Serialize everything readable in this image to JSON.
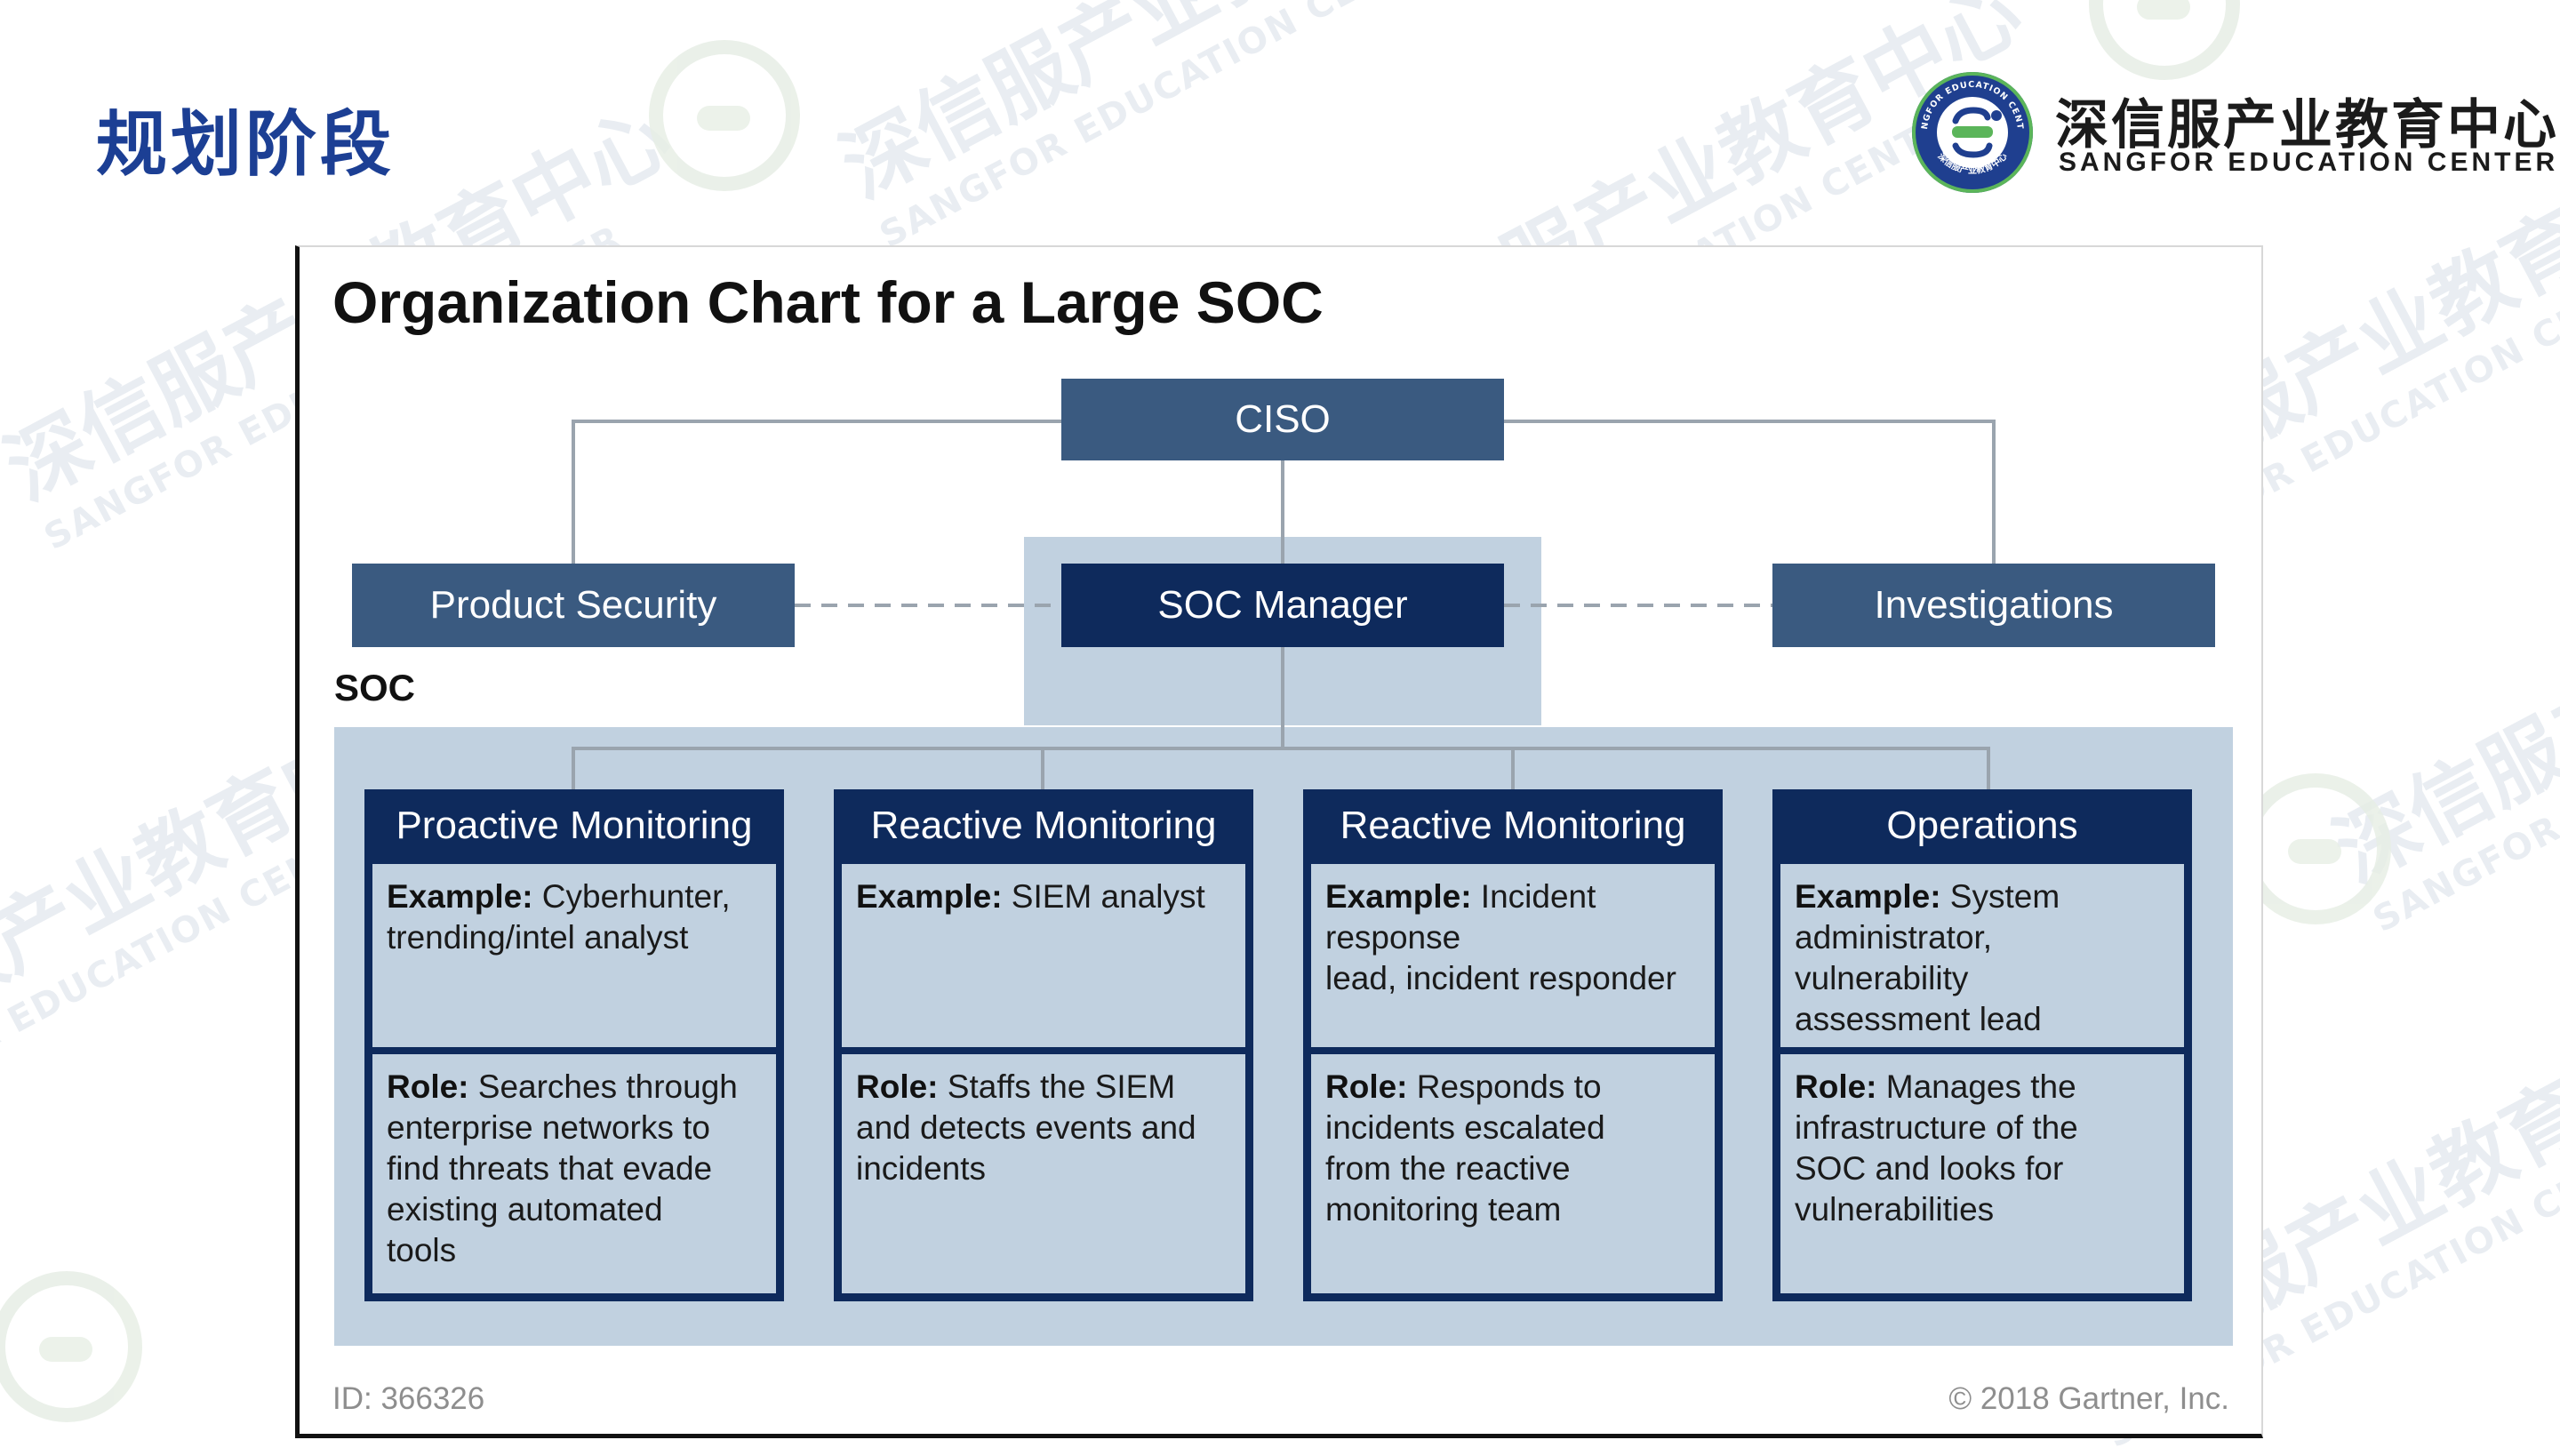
{
  "slide": {
    "title": "规划阶段",
    "logo": {
      "cn": "深信服产业教育中心",
      "en": "SANGFOR EDUCATION CENTER",
      "ring_text": "SANGFOR EDUCATION CENTER",
      "ring_text_cn": "深信服产业教育中心",
      "colors": {
        "ring": "#1f3f8f",
        "accent": "#5bb55a",
        "text": "#1b1b1b"
      }
    },
    "watermark": {
      "cn": "深信服产业教育中心",
      "en": "SANGFOR EDUCATION CENTER"
    }
  },
  "chart": {
    "title": "Organization Chart for a Large SOC",
    "top": {
      "label": "CISO"
    },
    "middle": [
      {
        "label": "Product Security"
      },
      {
        "label": "SOC Manager"
      },
      {
        "label": "Investigations"
      }
    ],
    "soc_label": "SOC",
    "columns": [
      {
        "header": "Proactive Monitoring",
        "example_key": "Example:",
        "example_lines": [
          "Cyberhunter,",
          "trending/intel analyst"
        ],
        "role_key": "Role:",
        "role_lines": [
          "Searches through",
          "enterprise networks to",
          "find threats that evade",
          "existing automated",
          "tools"
        ]
      },
      {
        "header": "Reactive Monitoring",
        "example_key": "Example:",
        "example_lines": [
          "SIEM analyst"
        ],
        "role_key": "Role:",
        "role_lines": [
          "Staffs the SIEM",
          "and detects events and",
          "incidents"
        ]
      },
      {
        "header": "Reactive Monitoring",
        "example_key": "Example:",
        "example_lines": [
          "Incident",
          "response",
          "lead, incident responder"
        ],
        "role_key": "Role:",
        "role_lines": [
          "Responds to",
          "incidents escalated",
          "from the reactive",
          "monitoring team"
        ]
      },
      {
        "header": "Operations",
        "example_key": "Example:",
        "example_lines": [
          "System",
          "administrator,",
          "vulnerability",
          "assessment lead"
        ],
        "role_key": "Role:",
        "role_lines": [
          "Manages the",
          "infrastructure of the",
          "SOC and looks for",
          "vulnerabilities"
        ]
      }
    ],
    "footer": {
      "id": "ID: 366326",
      "copyright": "© 2018 Gartner, Inc."
    },
    "colors": {
      "node": "#3a5a80",
      "dark": "#0e2a5c",
      "light": "#c1d1e0",
      "line": "#9aa4ae",
      "title_blue": "#1c3f94"
    }
  }
}
